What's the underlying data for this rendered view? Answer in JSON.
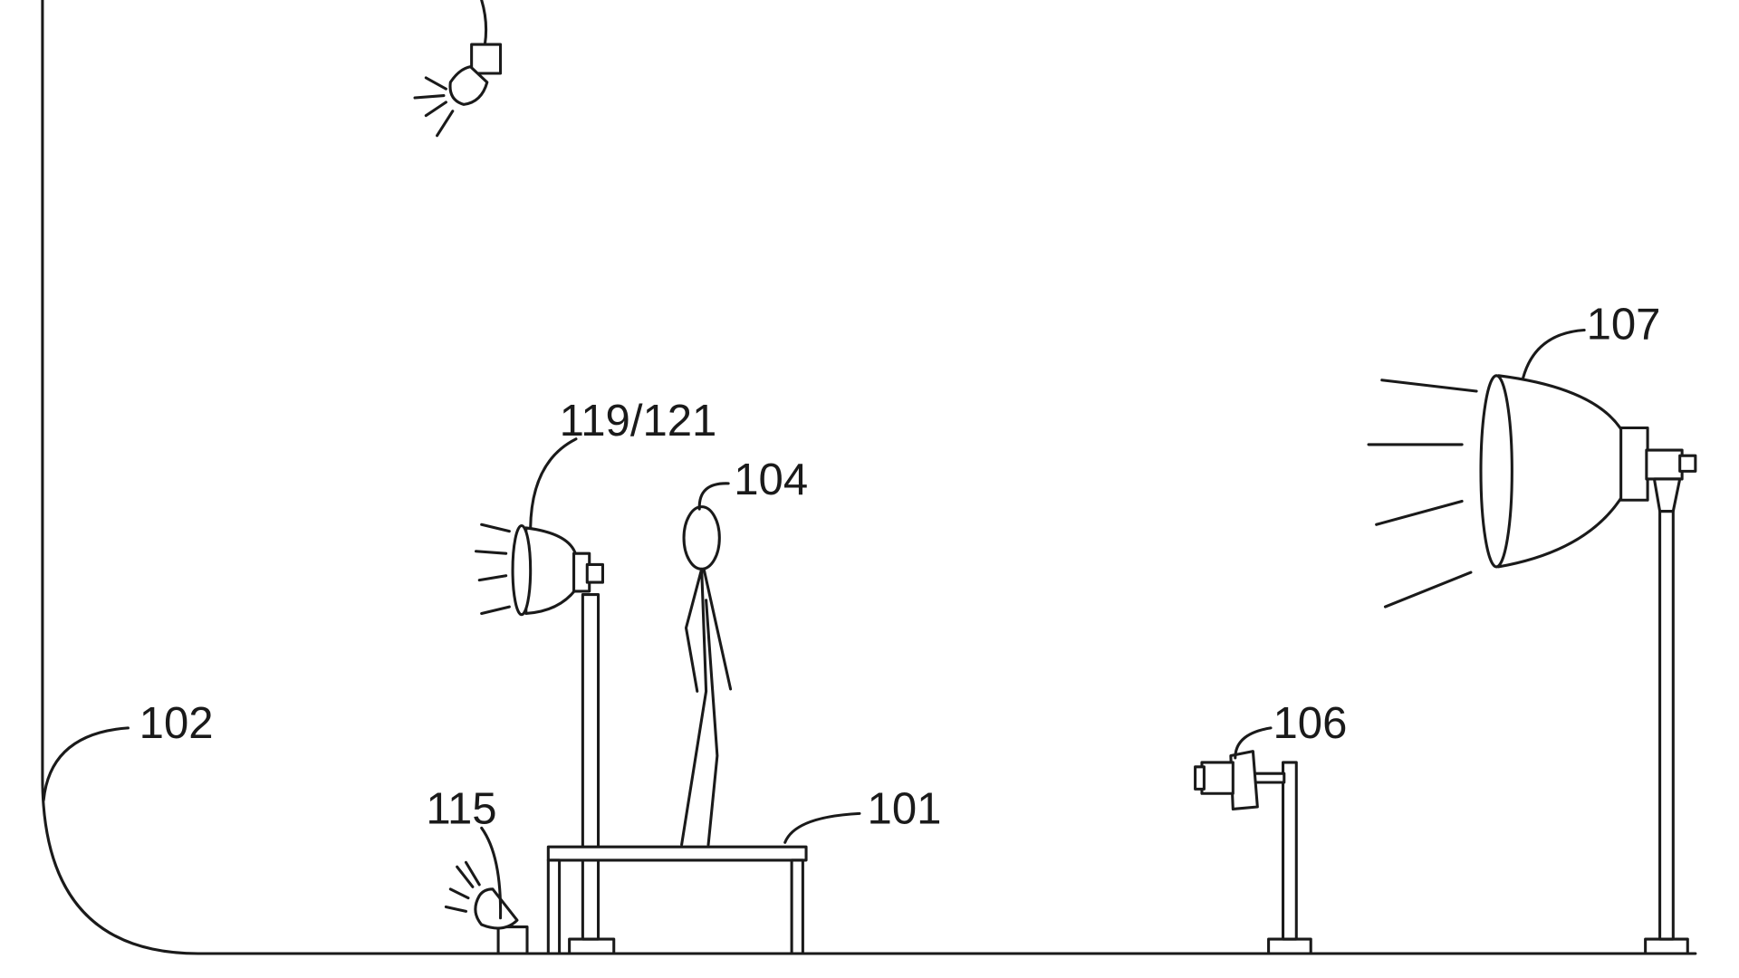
{
  "figure": {
    "labels": {
      "table": "101",
      "backdrop": "102",
      "subject": "104",
      "camera": "106",
      "main_light": "107",
      "floor_light": "115",
      "side_light": "119/121"
    },
    "colors": {
      "line": "#1a1a1a",
      "background": "#ffffff"
    }
  }
}
